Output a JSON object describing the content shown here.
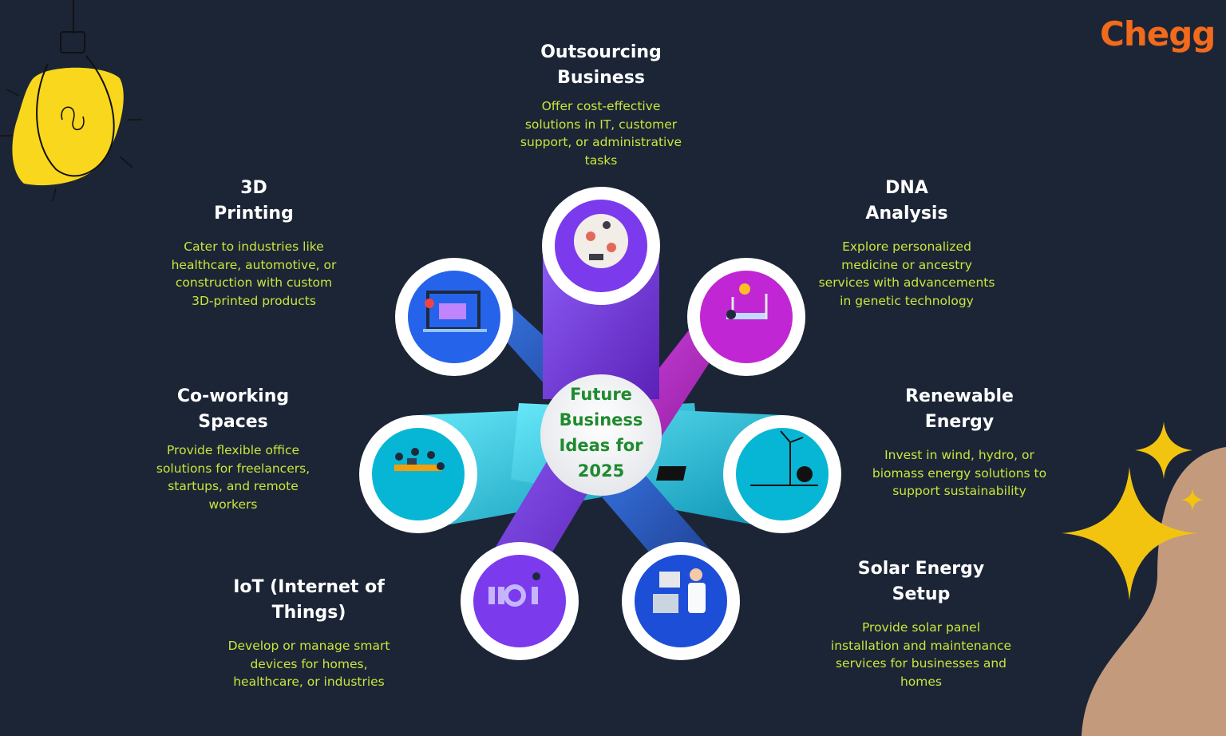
{
  "brand": {
    "logo_text": "Chegg",
    "color": "#f26a1b"
  },
  "colors": {
    "background": "#1c2536",
    "title": "#ffffff",
    "description": "#c9e63a",
    "center_text": "#1f8a2e",
    "bulb": "#f9d71c",
    "sparkle": "#f2c40f",
    "blob": "#c49a7c"
  },
  "center": {
    "text": "Future Business Ideas for 2025"
  },
  "ideas": [
    {
      "title": "Outsourcing Business",
      "description": "Offer cost-effective solutions in IT, customer support, or administrative tasks",
      "icon": "outsourcing-icon",
      "color": "#7c3aed"
    },
    {
      "title": "DNA Analysis",
      "description": "Explore personalized medicine or ancestry services with advancements in genetic technology",
      "icon": "dna-icon",
      "color": "#c026d3"
    },
    {
      "title": "Renewable Energy",
      "description": "Invest in wind, hydro, or biomass energy solutions to support sustainability",
      "icon": "wind-turbine-icon",
      "color": "#22d3ee"
    },
    {
      "title": "Solar Energy Setup",
      "description": "Provide solar panel installation and maintenance services for businesses and homes",
      "icon": "scientist-icon",
      "color": "#1d4ed8"
    },
    {
      "title": "IoT (Internet of Things)",
      "description": "Develop or manage smart devices for homes, healthcare, or industries",
      "icon": "iot-icon",
      "color": "#7c3aed"
    },
    {
      "title": "Co-working Spaces",
      "description": "Provide flexible office solutions for freelancers, startups, and remote workers",
      "icon": "coworking-icon",
      "color": "#06b6d4"
    },
    {
      "title": "3D Printing",
      "description": "Cater to industries like healthcare, automotive, or construction with custom 3D-printed products",
      "icon": "3d-printer-icon",
      "color": "#2563eb"
    }
  ]
}
